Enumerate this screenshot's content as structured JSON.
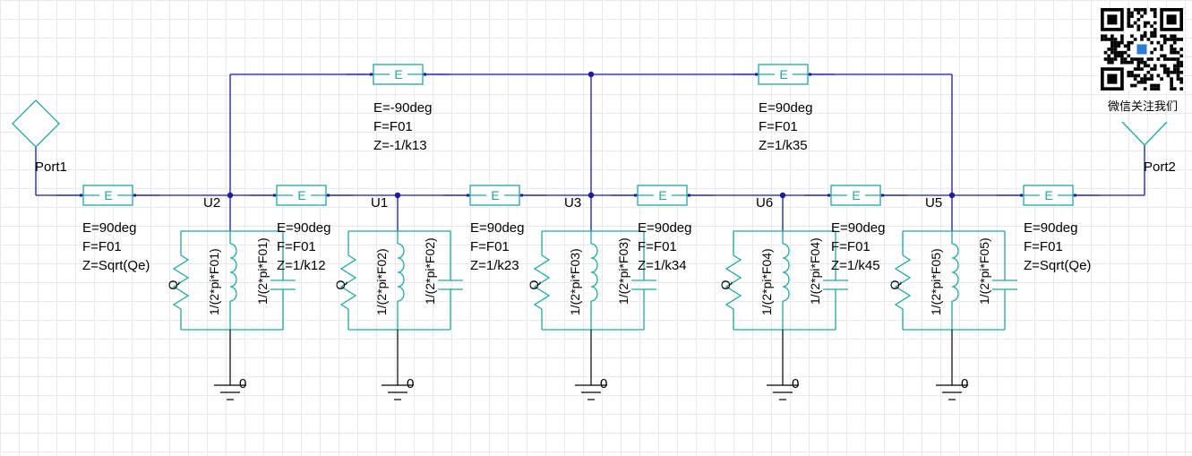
{
  "ports": [
    {
      "label": "Port1"
    },
    {
      "label": "Port2"
    }
  ],
  "nodes": [
    "U2",
    "U1",
    "U3",
    "U6",
    "U5"
  ],
  "ground_label": "0",
  "tline_symbol": "E",
  "series_lines": [
    {
      "e": "E=90deg",
      "f": "F=F01",
      "z": "Z=Sqrt(Qe)"
    },
    {
      "e": "E=90deg",
      "f": "F=F01",
      "z": "Z=1/k12"
    },
    {
      "e": "E=90deg",
      "f": "F=F01",
      "z": "Z=1/k23"
    },
    {
      "e": "E=90deg",
      "f": "F=F01",
      "z": "Z=1/k34"
    },
    {
      "e": "E=90deg",
      "f": "F=F01",
      "z": "Z=1/k45"
    },
    {
      "e": "E=90deg",
      "f": "F=F01",
      "z": "Z=Sqrt(Qe)"
    }
  ],
  "cross_lines": [
    {
      "e": "E=-90deg",
      "f": "F=F01",
      "z": "Z=-1/k13"
    },
    {
      "e": "E=90deg",
      "f": "F=F01",
      "z": "Z=1/k35"
    }
  ],
  "resonators": [
    {
      "r": "Q",
      "l": "1/(2*pi*F01)",
      "c": "1/(2*pi*F01)"
    },
    {
      "r": "Q",
      "l": "1/(2*pi*F02)",
      "c": "1/(2*pi*F02)"
    },
    {
      "r": "Q",
      "l": "1/(2*pi*F03)",
      "c": "1/(2*pi*F03)"
    },
    {
      "r": "Q",
      "l": "1/(2*pi*F04)",
      "c": "1/(2*pi*F04)"
    },
    {
      "r": "Q",
      "l": "1/(2*pi*F05)",
      "c": "1/(2*pi*F05)"
    }
  ],
  "qr_caption": "微信关注我们",
  "colors": {
    "wire": "#1a1aa6",
    "component": "#1fa7a0",
    "grid": "#e6e9ef"
  }
}
